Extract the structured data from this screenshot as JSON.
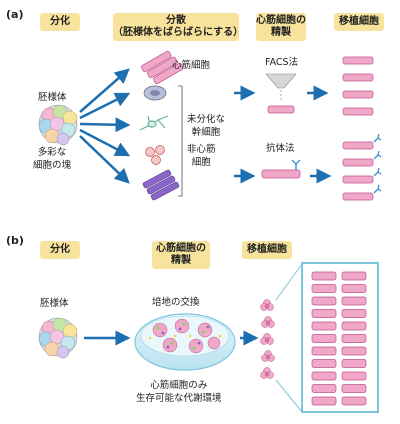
{
  "panel_a": {
    "label": "(a)",
    "tag_differentiation": "分化",
    "tag_dispersion": "分散\n（胚様体をばらばらにする）",
    "tag_purification": "心筋細胞の\n精製",
    "tag_transplant": "移植細胞",
    "embryoid_body": "胚様体",
    "diverse_mass": "多彩な\n細胞の塊",
    "cardiomyocyte": "心筋細胞",
    "undifferentiated_stem": "未分化な\n幹細胞",
    "non_cardiomyocyte": "非心筋\n細胞",
    "facs_method": "FACS法",
    "antibody_method": "抗体法"
  },
  "panel_b": {
    "label": "(b)",
    "tag_differentiation": "分化",
    "tag_purification": "心筋細胞の\n精製",
    "tag_transplant": "移植細胞",
    "embryoid_body": "胚様体",
    "medium_exchange": "培地の交換",
    "metabolic_env": "心筋細胞のみ\n生存可能な代謝環境"
  },
  "colors": {
    "arrow": "#1e6fb0",
    "tag_bg": "#f7e39b",
    "cell_pink": "#f0a8c8",
    "cell_border": "#c0508a",
    "frame_cyan": "#7cc6de"
  }
}
